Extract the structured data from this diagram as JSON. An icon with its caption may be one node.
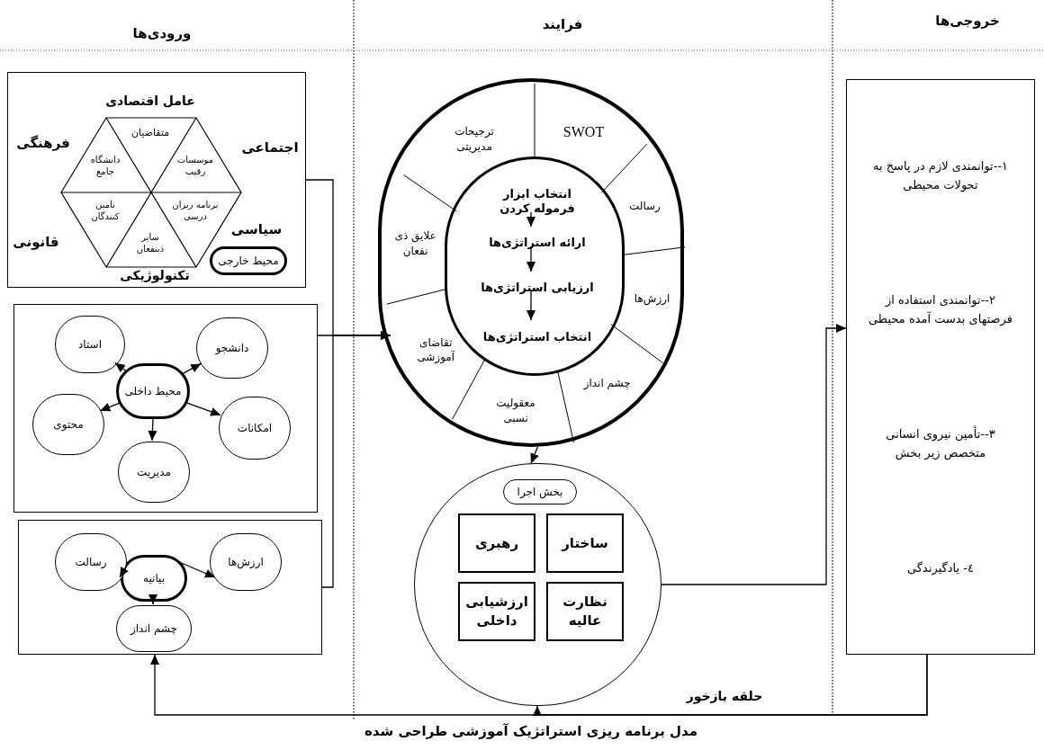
{
  "diagram": {
    "caption": "مدل برنامه ریزی استراتژیک آموزشی طراحی شده",
    "nodes": [
      {
        "text": [],
        "shape": "box"
      },
      {
        "text": [
          "محیط خارجی"
        ],
        "in": 0
      },
      {
        "text": [],
        "shape": "box"
      },
      {
        "text": [
          "محیط داخلی"
        ],
        "in": 2
      },
      {
        "text": [
          "استاد"
        ],
        "in": 2
      },
      {
        "text": [
          "دانشجو"
        ],
        "in": 2
      },
      {
        "text": [
          "محتوی"
        ],
        "in": 2
      },
      {
        "text": [
          "امکانات"
        ],
        "in": 2
      },
      {
        "text": [
          "مدیریت"
        ],
        "in": 2
      },
      {
        "text": [],
        "shape": "box"
      },
      {
        "text": [
          "بیانیه"
        ],
        "in": 9
      },
      {
        "text": [
          "رسالت"
        ],
        "in": 9
      },
      {
        "text": [
          "ارزش‌ها"
        ],
        "in": 9
      },
      {
        "text": [
          "چشم انداز"
        ],
        "in": 9
      },
      {
        "text": [
          "SWOT",
          "رسالت",
          "ارزش‌ها",
          "چشم انداز",
          "معقولیت نسبی",
          "تقاضای آموزشی",
          "علایق ذی نفعان",
          "ترجیحات مدیریتی"
        ]
      },
      {
        "text": [],
        "shape": "circle",
        "in": 14
      },
      {
        "text": [
          "انتخاب ابزار فرموله کردن"
        ],
        "in": 15
      },
      {
        "text": [
          "ارائه استراتژی‌ها"
        ],
        "in": 15
      },
      {
        "text": [
          "ارزیابی استراتژی‌ها"
        ],
        "in": 15
      },
      {
        "text": [
          "انتخاب استراتژی‌ها"
        ],
        "in": 15
      },
      {
        "text": [],
        "shape": "circle"
      },
      {
        "text": [
          "بخش اجرا"
        ],
        "in": 20
      },
      {
        "text": [
          "ساختار"
        ],
        "in": 20
      },
      {
        "text": [
          "رهبری"
        ],
        "in": 20
      },
      {
        "text": [
          "نظارت عالیه"
        ],
        "in": 20
      },
      {
        "text": [
          "ارزشیابی داخلی"
        ],
        "in": 20
      },
      {
        "text": [
          "۱--توانمندی لازم در پاسخ به تحولات محیطی",
          "۲--توانمندی استفاده از فرصتهای بدست آمده محیطی",
          "۳--تأمین نیروی انسانی متخصص زیر بخش",
          "٤- یادگیرندگی"
        ]
      }
    ],
    "edges": [
      {
        "from": 0,
        "to": 14,
        "arrow": "to"
      },
      {
        "from": 2,
        "to": 14,
        "arrow": "to"
      },
      {
        "from": 9,
        "to": 14,
        "arrow": "to"
      },
      {
        "from": 3,
        "to": 4,
        "arrow": "to"
      },
      {
        "from": 3,
        "to": 5,
        "arrow": "to"
      },
      {
        "from": 3,
        "to": 6,
        "arrow": "to"
      },
      {
        "from": 3,
        "to": 7,
        "arrow": "to"
      },
      {
        "from": 3,
        "to": 8,
        "arrow": "to"
      },
      {
        "from": 10,
        "to": 11,
        "arrow": "to"
      },
      {
        "from": 10,
        "to": 12,
        "arrow": "to"
      },
      {
        "from": 10,
        "to": 13,
        "arrow": "to"
      },
      {
        "from": 16,
        "to": 17,
        "arrow": "to"
      },
      {
        "from": 17,
        "to": 18,
        "arrow": "to"
      },
      {
        "from": 18,
        "to": 19,
        "arrow": "to"
      },
      {
        "from": 14,
        "to": 20,
        "arrow": "to"
      },
      {
        "from": 20,
        "to": 26,
        "arrow": "to"
      },
      {
        "from": 26,
        "to": 9,
        "arrow": "to"
      },
      {
        "from": 26,
        "to": 20,
        "arrow": "to",
        "label": "حلقه بازخور"
      }
    ],
    "labels": [
      "ورودی‌ها",
      "فرایند",
      "خروجی‌ها",
      "عامل اقتصادی",
      "فرهنگی",
      "اجتماعی",
      "متقاضیان",
      "دانشگاه جامع",
      "موسسات رقیب",
      "تامین کنندگان",
      "برنامه ریزان درسی",
      "قانونی",
      "سیاسی",
      "سایر ذینفعان",
      "تکنولوژیکی"
    ]
  }
}
